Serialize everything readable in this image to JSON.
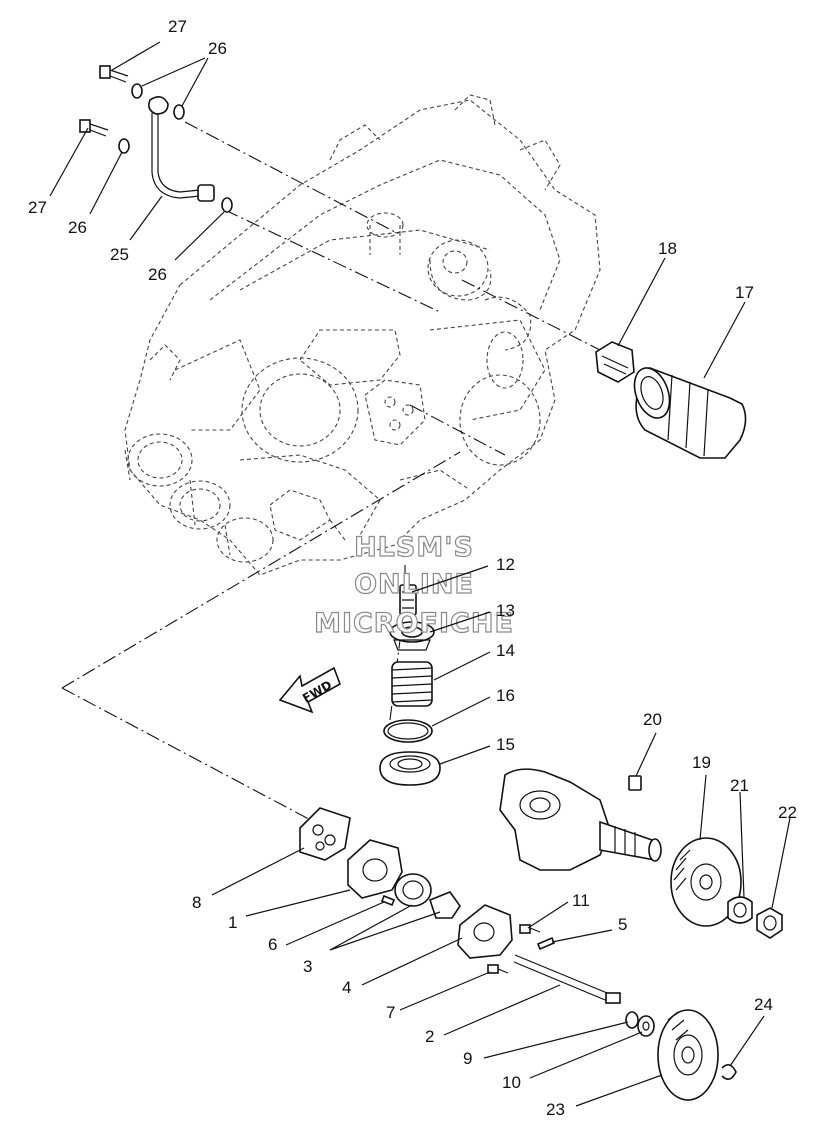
{
  "watermark": {
    "line1": "HLSM'S",
    "line2": "ONLINE",
    "line3": "MICROFICHE"
  },
  "direction_arrow": {
    "label": "FWD"
  },
  "callouts": [
    {
      "id": "c27a",
      "label": "27"
    },
    {
      "id": "c26a",
      "label": "26"
    },
    {
      "id": "c27b",
      "label": "27"
    },
    {
      "id": "c26b",
      "label": "26"
    },
    {
      "id": "c25",
      "label": "25"
    },
    {
      "id": "c26c",
      "label": "26"
    },
    {
      "id": "c18",
      "label": "18"
    },
    {
      "id": "c17",
      "label": "17"
    },
    {
      "id": "c12",
      "label": "12"
    },
    {
      "id": "c13",
      "label": "13"
    },
    {
      "id": "c14",
      "label": "14"
    },
    {
      "id": "c16",
      "label": "16"
    },
    {
      "id": "c15",
      "label": "15"
    },
    {
      "id": "c20",
      "label": "20"
    },
    {
      "id": "c19",
      "label": "19"
    },
    {
      "id": "c21",
      "label": "21"
    },
    {
      "id": "c22",
      "label": "22"
    },
    {
      "id": "c8",
      "label": "8"
    },
    {
      "id": "c1",
      "label": "1"
    },
    {
      "id": "c6",
      "label": "6"
    },
    {
      "id": "c3",
      "label": "3"
    },
    {
      "id": "c4",
      "label": "4"
    },
    {
      "id": "c11",
      "label": "11"
    },
    {
      "id": "c5",
      "label": "5"
    },
    {
      "id": "c7",
      "label": "7"
    },
    {
      "id": "c2",
      "label": "2"
    },
    {
      "id": "c9",
      "label": "9"
    },
    {
      "id": "c10",
      "label": "10"
    },
    {
      "id": "c24",
      "label": "24"
    },
    {
      "id": "c23",
      "label": "23"
    }
  ]
}
